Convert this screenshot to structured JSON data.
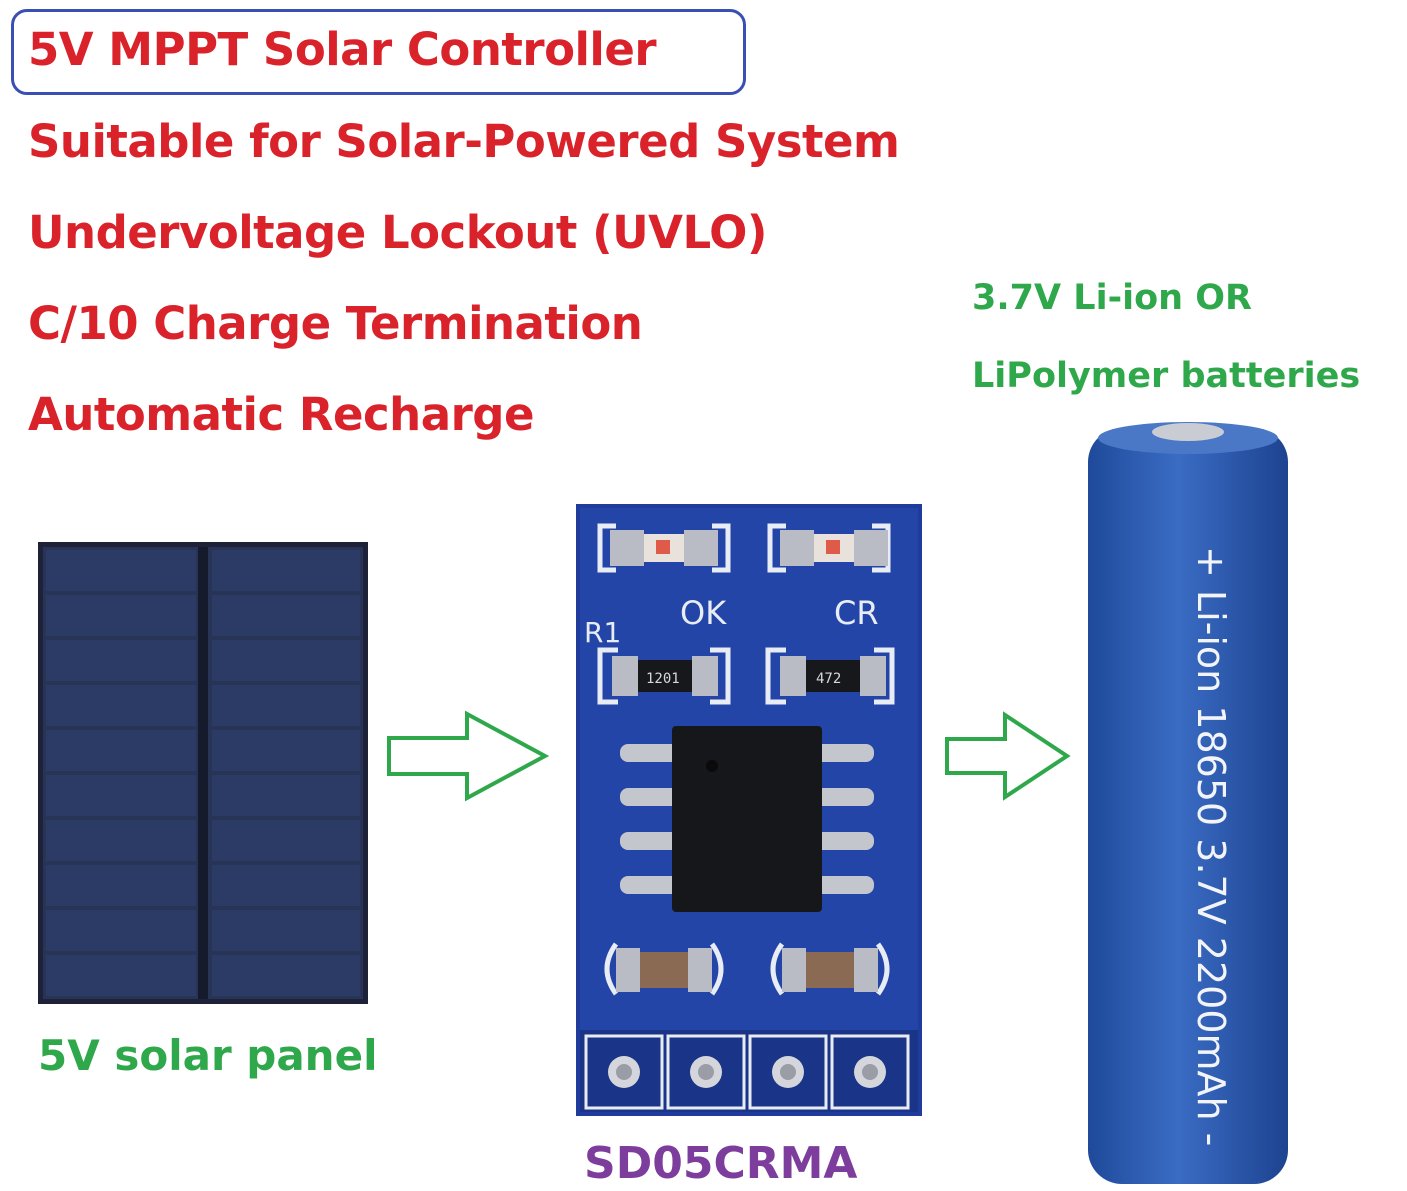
{
  "features": [
    "5V MPPT Solar Controller",
    "Suitable for Solar-Powered System",
    "Undervoltage Lockout (UVLO)",
    "C/10 Charge Termination",
    "Automatic Recharge"
  ],
  "battery_caption": {
    "line1": "3.7V Li-ion OR",
    "line2": "LiPolymer batteries"
  },
  "solar_panel_label": "5V solar panel",
  "module_label": "SD05CRMA",
  "module_silkscreen": {
    "led1": "OK",
    "led2": "CR",
    "resistor_ref": "R1",
    "resistor1_code": "1201",
    "resistor2_code": "472"
  },
  "battery_print": "+ Li-ion 18650 3.7V 2200mAh -",
  "colors": {
    "feature_text": "#d9222a",
    "green_text": "#2fa84b",
    "module_label": "#7d3d9c",
    "title_outline": "#3a4fb3",
    "arrow_outline": "#2fa84b",
    "pcb": "#1f3c9c",
    "battery": "#2f5fb3",
    "solar_cell": "#2c3a66"
  },
  "icons": [
    "arrow-right-icon",
    "arrow-right-icon"
  ]
}
